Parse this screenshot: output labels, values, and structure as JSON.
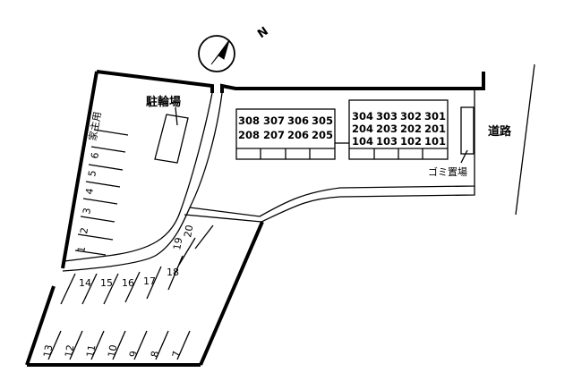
{
  "compass": {
    "north_label": "N"
  },
  "labels": {
    "bicycle_parking": "駐輪場",
    "road": "道路",
    "garbage": "ゴミ置場",
    "owner": "家主用"
  },
  "building": {
    "left_block": [
      [
        "308",
        "307",
        "306",
        "305"
      ],
      [
        "208",
        "207",
        "206",
        "205"
      ]
    ],
    "right_block": [
      [
        "304",
        "303",
        "302",
        "301"
      ],
      [
        "204",
        "203",
        "202",
        "201"
      ],
      [
        "104",
        "103",
        "102",
        "101"
      ]
    ]
  },
  "parking": {
    "left_column": [
      "1",
      "2",
      "3",
      "4",
      "5",
      "6"
    ],
    "upper_row": [
      "14",
      "15",
      "16",
      "17",
      "18"
    ],
    "diagonal_pair": [
      "19",
      "20"
    ],
    "bottom_row": [
      "13",
      "12",
      "11",
      "10",
      "9",
      "8",
      "7"
    ]
  }
}
